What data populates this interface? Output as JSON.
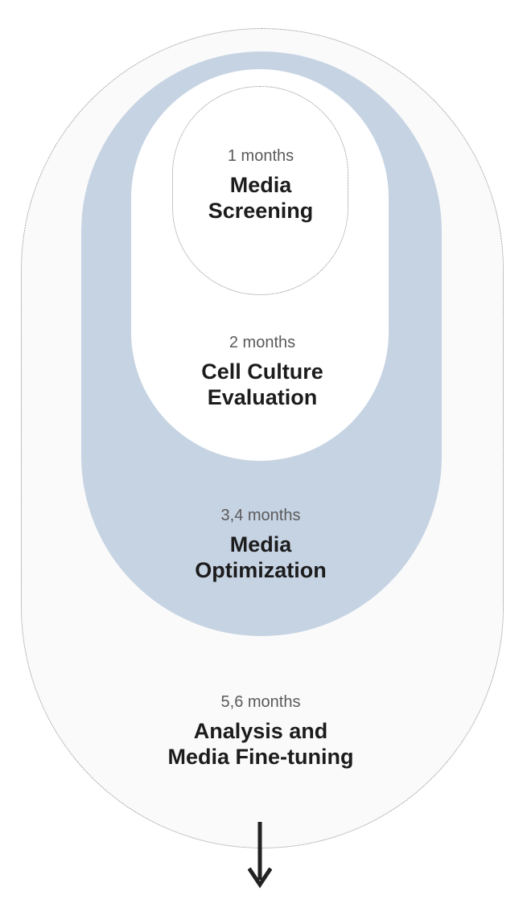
{
  "stages": [
    {
      "duration": "1 months",
      "title_line1": "Media",
      "title_line2": "Screening"
    },
    {
      "duration": "2 months",
      "title_line1": "Cell Culture",
      "title_line2": "Evaluation"
    },
    {
      "duration": "3,4 months",
      "title_line1": "Media",
      "title_line2": "Optimization"
    },
    {
      "duration": "5,6 months",
      "title_line1": "Analysis and",
      "title_line2": "Media Fine-tuning"
    }
  ],
  "colors": {
    "outer_fill": "#fafafa",
    "dotted_border": "#8c8c8c",
    "blue_fill": "#c6d3e3",
    "white_fill": "#ffffff",
    "text_dark": "#1c1c1c",
    "text_muted": "#5a5a5a",
    "arrow": "#222222"
  },
  "icons": {
    "arrow": "arrow-down-icon"
  }
}
